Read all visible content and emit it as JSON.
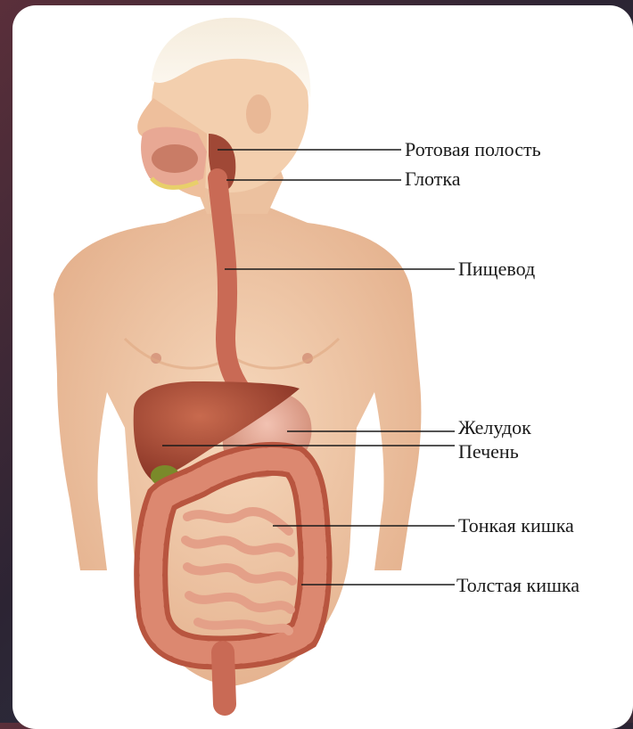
{
  "diagram": {
    "labels": {
      "oral_cavity": "Ротовая полость",
      "pharynx": "Глотка",
      "esophagus": "Пищевод",
      "stomach": "Желудок",
      "liver": "Печень",
      "small_intestine": "Тонкая кишка",
      "large_intestine": "Толстая кишка"
    },
    "colors": {
      "skin": "#f2cba8",
      "skin_shadow": "#e0a982",
      "organ": "#c8604a",
      "organ_dark": "#8f3a2c",
      "liver": "#a8452f",
      "stomach": "#e2a08e",
      "gallbladder": "#7a8a2a",
      "leader_line": "#1a1a1a"
    }
  }
}
